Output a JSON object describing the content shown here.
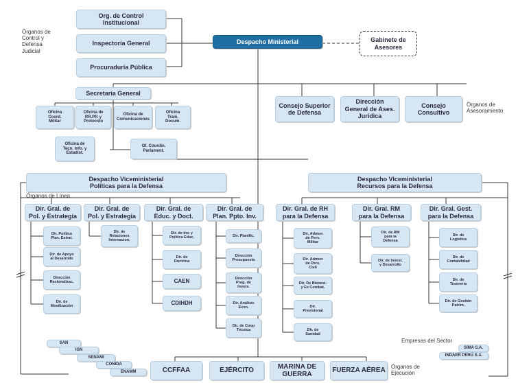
{
  "top": {
    "control": "Org. de Control\nInstitucional",
    "inspectoria": "Inspectoría General",
    "procuraduria": "Procuraduría Pública",
    "control_label": "Órganos de\nControl y\nDefensa\nJudicial",
    "despacho": "Despacho Ministerial",
    "gabinete": "Gabinete de\nAsesores"
  },
  "secretaria": {
    "title": "Secretaría General",
    "offices": [
      "Oficina\nCoord.\nMilitar",
      "Oficina de\nRR.PP. y\nProtocolo",
      "Oficina de\nComunicaciones",
      "Oficina\nTram.\nDocum."
    ],
    "tecn": "Oficina de\nTecn. Info. y\nEstadíst.",
    "parl": "Of. Coordin.\nParlament."
  },
  "asesoramiento": {
    "items": [
      "Consejo Superior\nde Defensa",
      "Dirección\nGeneral de Ases.\nJurídica",
      "Consejo\nConsultivo"
    ],
    "label": "Órganos de\nAsesoramiento"
  },
  "vice": {
    "left": "Despacho Viceministerial\nPolíticas para la Defensa",
    "right": "Despacho Viceministerial\nRecursos para la Defensa",
    "linea_label": "Órganos de Línea"
  },
  "dirs": [
    {
      "title": "Dir. Gral. de\nPol. y Estrategia",
      "subs": [
        "Dir. Política\nPlan. Estrat.",
        "Dir. de Apoyo\nal Desarrollo",
        "Dirección\nRacionalizac.",
        "Dir. de\nMovilización"
      ]
    },
    {
      "title": "Dir. Gral. de\nPol. y Estrategia",
      "subs": [
        "Dir. de\nRelaciones\nInternacion."
      ]
    },
    {
      "title": "Dir. Gral. de\nEduc. y Doct.",
      "subs": [
        "Dir. de Inv. y\nPolítica Educ.",
        "Dir. de\nDoctrina",
        "CAEN",
        "CDIHDH"
      ]
    },
    {
      "title": "Dir. Gral. de\nPlan. Ppto. Inv.",
      "subs": [
        "Dir. Planific.",
        "Dirección\nPresupuesto",
        "Dirección\nProg. de\nInvers.",
        "Dir. Análisis\nEcon.",
        "Dir. de Coop\nTécnica"
      ]
    },
    {
      "title": "Dir. Gral. de RH\npara la Defensa",
      "subs": [
        "Dir. Admon\nde Pers.\nMilitar",
        "Dir. Admon\nde Pers.\nCivil",
        "Dir. De Bienest.\ny Ex Combat.",
        "Dir.\nPrevisional",
        "Dir. de\nSanidad"
      ]
    },
    {
      "title": "Dir. Gral. RM\npara la Defensa",
      "subs": [
        "Dir. de RM\npara la\nDefensa",
        "Dir. de Invest.\ny Desarrollo"
      ]
    },
    {
      "title": "Dir. Gral. Gest.\npara la Defensa",
      "subs": [
        "Dir. de\nLogística",
        "Dir. de\nContabilidad",
        "Dir. de\nTesorería",
        "Dir. de Gestión\nPatrim."
      ]
    }
  ],
  "ejecucion": {
    "items": [
      "CCFFAA",
      "EJÉRCITO",
      "MARINA DE\nGUERRA",
      "FUERZA AÉREA"
    ],
    "label": "Órganos de\nEjecución"
  },
  "sector": {
    "label": "Empresas del Sector",
    "right": [
      "SIMA S.A.",
      "INDAER PERÚ S.A."
    ],
    "left": [
      "SAN",
      "IGN",
      "SENAMI",
      "CONIDA",
      "ENAMM"
    ]
  },
  "colors": {
    "box_fill": "#d6e6f3",
    "main_fill": "#1f6fa5",
    "line": "#333333"
  }
}
